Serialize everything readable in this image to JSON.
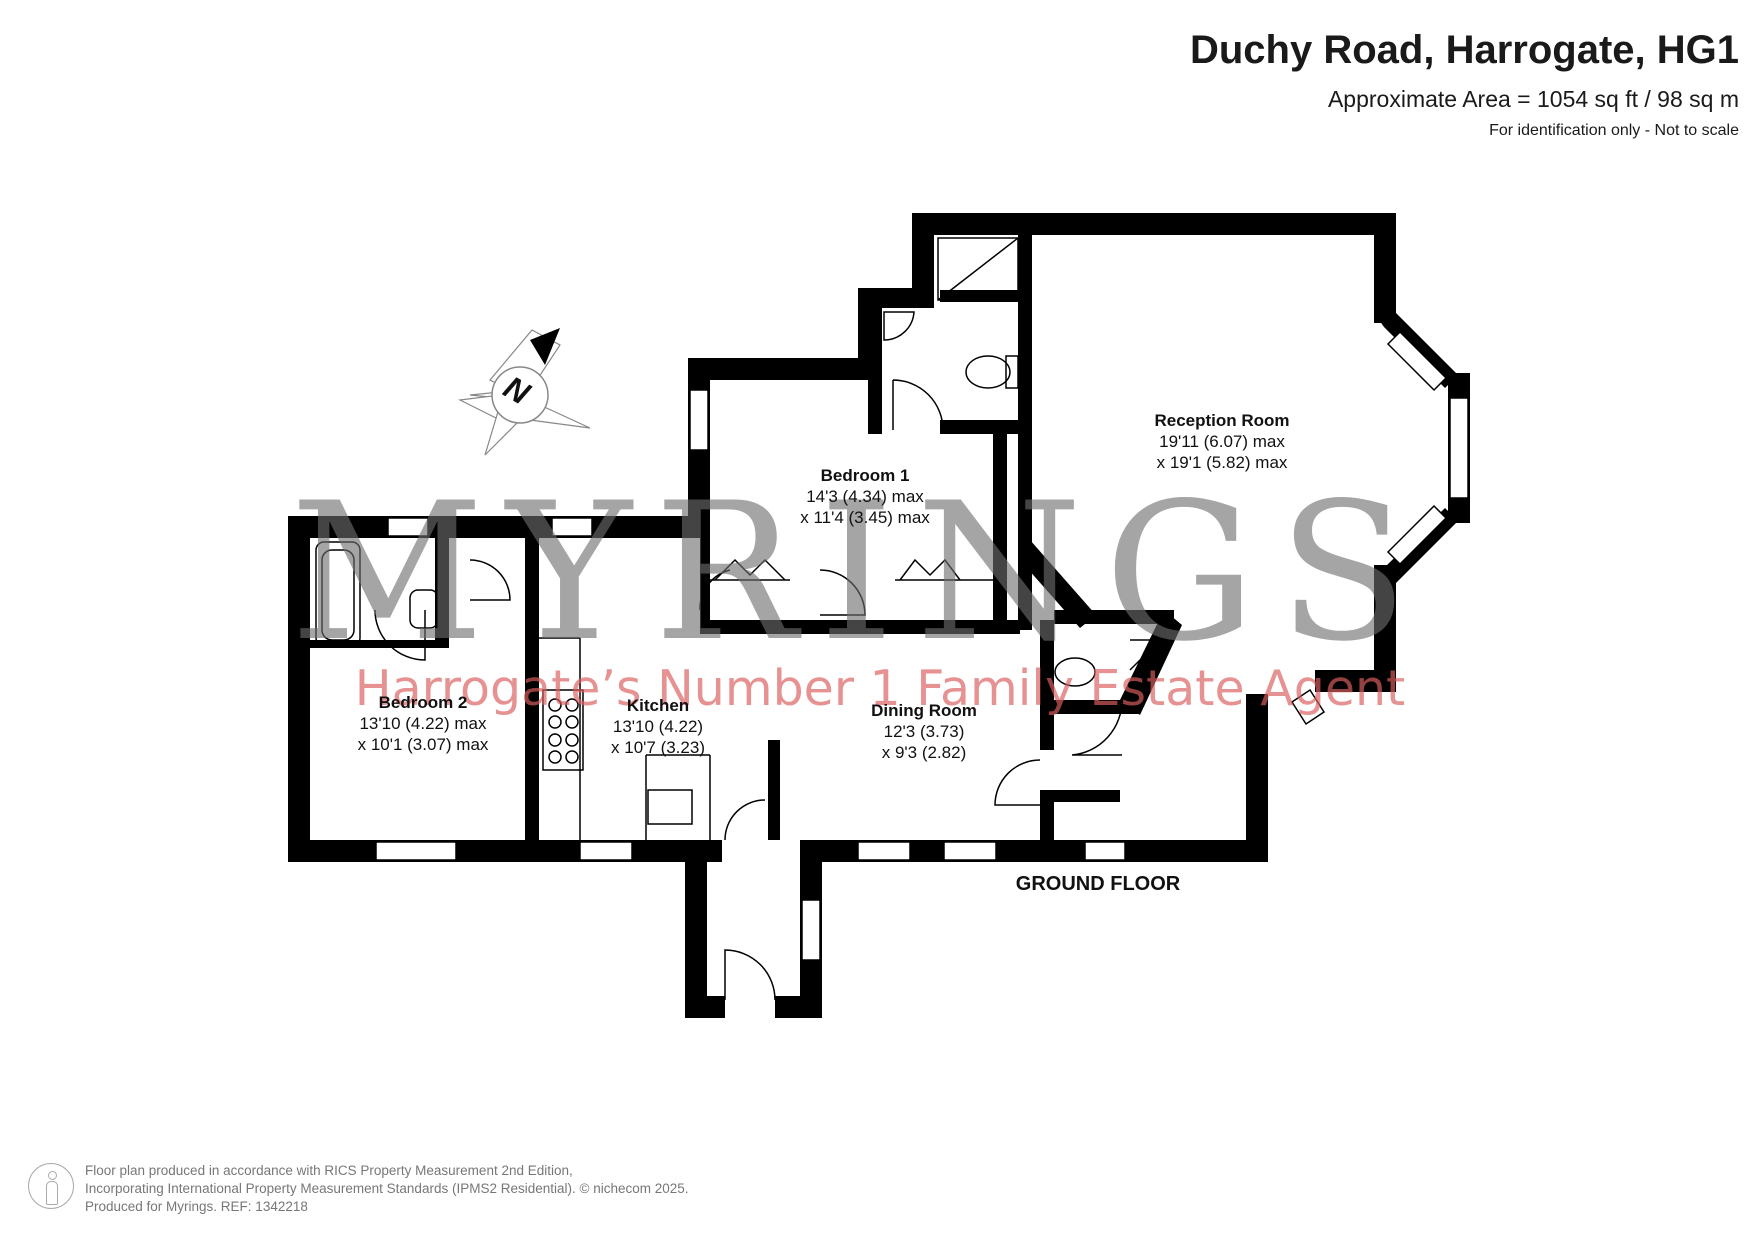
{
  "header": {
    "title": "Duchy Road, Harrogate, HG1",
    "area": "Approximate Area = 1054 sq ft / 98 sq m",
    "note": "For identification only - Not to scale"
  },
  "watermark": {
    "brand": "MYRINGS",
    "tagline": "Harrogate’s Number 1 Family Estate Agent"
  },
  "compass": {
    "label": "N"
  },
  "rooms": [
    {
      "name": "Reception Room",
      "dim1": "19'11 (6.07) max",
      "dim2": "x 19'1 (5.82) max"
    },
    {
      "name": "Bedroom 1",
      "dim1": "14'3 (4.34) max",
      "dim2": "x 11'4 (3.45) max"
    },
    {
      "name": "Bedroom 2",
      "dim1": "13'10 (4.22) max",
      "dim2": "x 10'1 (3.07) max"
    },
    {
      "name": "Kitchen",
      "dim1": "13'10 (4.22)",
      "dim2": "x 10'7 (3.23)"
    },
    {
      "name": "Dining Room",
      "dim1": "12'3 (3.73)",
      "dim2": "x 9'3 (2.82)"
    }
  ],
  "floor_label": "GROUND FLOOR",
  "footer": {
    "line1": "Floor plan produced in accordance with RICS Property Measurement 2nd Edition,",
    "line2": "Incorporating International Property Measurement Standards (IPMS2 Residential).   © nichecom 2025.",
    "line3": "Produced for Myrings.    REF: 1342218"
  }
}
